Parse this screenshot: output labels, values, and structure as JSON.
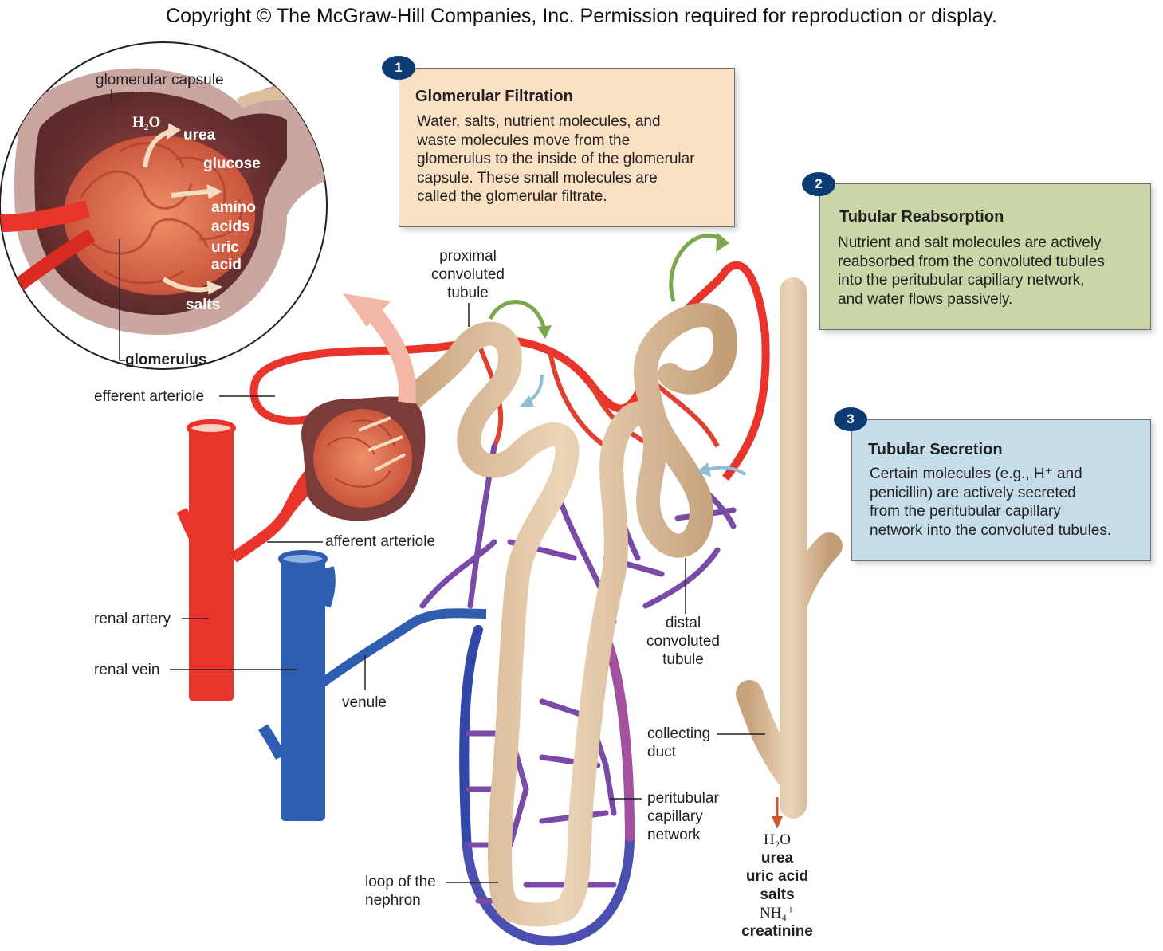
{
  "copyright": "Copyright © The McGraw-Hill Companies, Inc. Permission required for reproduction or display.",
  "steps": [
    {
      "number": "1",
      "title": "Glomerular Filtration",
      "lines": [
        "Water, salts, nutrient molecules, and",
        "waste molecules move from the",
        "glomerulus to the inside of the glomerular",
        "capsule. These small molecules are",
        "called the glomerular filtrate."
      ],
      "color": "#fbe1c4"
    },
    {
      "number": "2",
      "title": "Tubular Reabsorption",
      "lines": [
        "Nutrient and salt molecules are actively",
        "reabsorbed from the convoluted tubules",
        "into the peritubular capillary network,",
        "and water flows passively."
      ],
      "color": "#c9d6a8"
    },
    {
      "number": "3",
      "title": "Tubular Secretion",
      "lines": [
        "Certain molecules (e.g., H⁺ and",
        "penicillin) are actively secreted",
        "from the peritubular capillary",
        "network into the convoluted tubules."
      ],
      "color": "#c5dde9"
    }
  ],
  "inset": {
    "capsule_label": "glomerular capsule",
    "glomerulus_label": "glomerulus",
    "h2o": "H₂O",
    "urea": "urea",
    "glucose": "glucose",
    "amino": "amino",
    "acids": "acids",
    "uric": "uric",
    "acid": "acid",
    "salts": "salts"
  },
  "labels": {
    "efferent_arteriole": "efferent arteriole",
    "afferent_arteriole": "afferent arteriole",
    "renal_artery": "renal artery",
    "renal_vein": "renal vein",
    "venule": "venule",
    "proximal": [
      "proximal",
      "convoluted",
      "tubule"
    ],
    "distal": [
      "distal",
      "convoluted",
      "tubule"
    ],
    "collecting": [
      "collecting",
      "duct"
    ],
    "peritubular": [
      "peritubular",
      "capillary",
      "network"
    ],
    "loop": [
      "loop of the",
      "nephron"
    ]
  },
  "urine": {
    "h2o": "H₂O",
    "urea": "urea",
    "uric_acid": "uric acid",
    "salts": "salts",
    "nh4": "NH₄⁺",
    "creatinine": "creatinine"
  },
  "colors": {
    "artery": "#e8342a",
    "vein": "#2f5db0",
    "capillary": "#a4509e",
    "tubule": "#dcbf9c",
    "glomerulus": "#e87d5a",
    "capsule": "#7a3b3b",
    "badge": "#0d3c74",
    "reabsorb_arrow": "#7aa84a",
    "secrete_arrow": "#8fbcd6"
  }
}
